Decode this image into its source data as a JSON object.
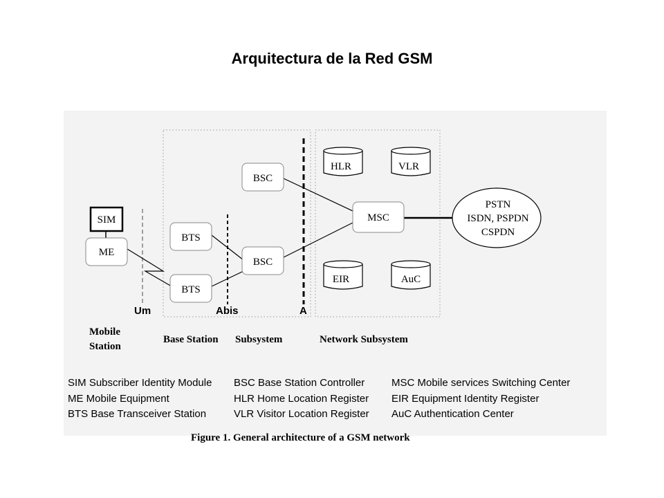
{
  "title": "Arquitectura de la Red GSM",
  "nodes": {
    "sim": "SIM",
    "me": "ME",
    "bts_top": "BTS",
    "bts_bottom": "BTS",
    "bsc_top": "BSC",
    "bsc_bottom": "BSC",
    "msc": "MSC",
    "hlr": "HLR",
    "vlr": "VLR",
    "eir": "EIR",
    "auc": "AuC",
    "pstn": [
      "PSTN",
      "ISDN, PSPDN",
      "CSPDN"
    ]
  },
  "interfaces": {
    "um": "Um",
    "abis": "Abis",
    "a": "A"
  },
  "groups": {
    "mobile_station": [
      "Mobile",
      "Station"
    ],
    "base_station": "Base Station",
    "subsystem": "Subsystem",
    "network_subsystem": "Network Subsystem"
  },
  "legend": [
    [
      "SIM  Subscriber Identity Module",
      "BSC  Base Station Controller",
      "MSC  Mobile services Switching Center"
    ],
    [
      "ME  Mobile Equipment",
      "HLR  Home Location Register",
      "EIR  Equipment Identity Register"
    ],
    [
      "BTS  Base Transceiver Station",
      "VLR  Visitor Location Register",
      "AuC  Authentication Center"
    ]
  ],
  "caption": "Figure 1.  General architecture of a GSM network"
}
